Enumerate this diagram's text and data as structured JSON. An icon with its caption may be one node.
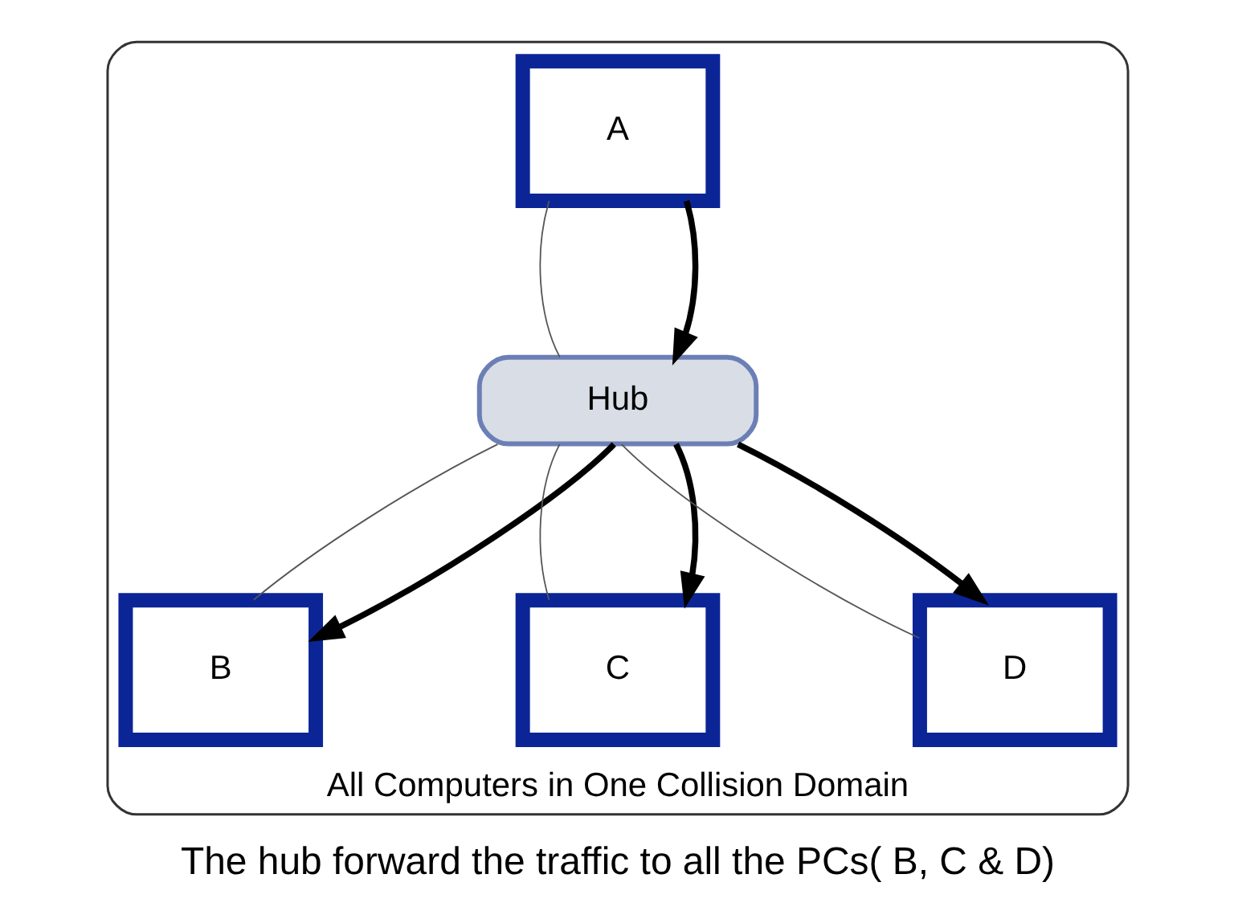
{
  "diagram": {
    "caption": "The hub forward the traffic to all the PCs( B, C & D)",
    "nodes": [
      {
        "text": [
          "All Computers in One Collision Domain"
        ]
      },
      {
        "text": [
          "A"
        ],
        "in": 0
      },
      {
        "text": [
          "B"
        ],
        "in": 0
      },
      {
        "text": [
          "Hub"
        ],
        "in": 0
      },
      {
        "text": [
          "C"
        ],
        "in": 0
      },
      {
        "text": [
          "D"
        ],
        "in": 0
      }
    ],
    "edges": [
      {
        "from": 1,
        "to": 3,
        "arrow": "none"
      },
      {
        "from": 1,
        "to": 3,
        "arrow": "to",
        "style": "thick"
      },
      {
        "from": 3,
        "to": 2,
        "arrow": "none"
      },
      {
        "from": 3,
        "to": 2,
        "arrow": "to",
        "style": "thick"
      },
      {
        "from": 3,
        "to": 4,
        "arrow": "none"
      },
      {
        "from": 3,
        "to": 4,
        "arrow": "to",
        "style": "thick"
      },
      {
        "from": 3,
        "to": 5,
        "arrow": "none"
      },
      {
        "from": 3,
        "to": 5,
        "arrow": "to",
        "style": "thick"
      }
    ]
  }
}
